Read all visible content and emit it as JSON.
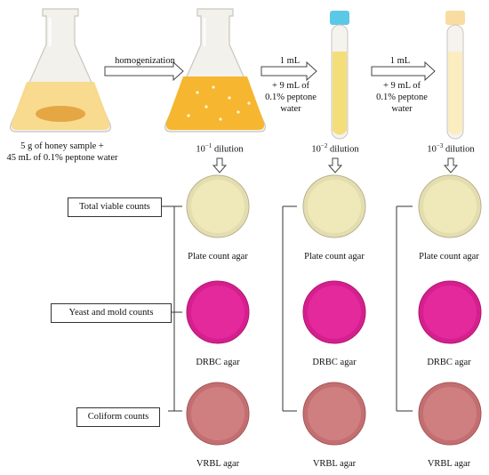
{
  "steps": {
    "sample_label": "5 g of honey sample +\n45 mL of 0.1% peptone water",
    "homogenization_label": "homogenization",
    "transfer_1": {
      "volume": "1 mL",
      "addition": "+ 9 mL of\n0.1% peptone\nwater"
    },
    "transfer_2": {
      "volume": "1 mL",
      "addition": "+ 9 mL of\n0.1% peptone\nwater"
    }
  },
  "dilutions": [
    {
      "base": "10",
      "exp": "−1",
      "suffix": " dilution"
    },
    {
      "base": "10",
      "exp": "−2",
      "suffix": " dilution"
    },
    {
      "base": "10",
      "exp": "−3",
      "suffix": " dilution"
    }
  ],
  "count_boxes": [
    "Total viable counts",
    "Yeast and mold counts",
    "Coliform counts"
  ],
  "plate_labels": [
    "Plate count agar",
    "DRBC agar",
    "VRBL agar"
  ],
  "colors": {
    "plate_count_agar": "#efe8b8",
    "drbc_agar": "#e3299b",
    "vrbl_agar": "#d07f80",
    "liquid_orange": "#f6b62f",
    "liquid_yellow": "#f4de7a",
    "liquid_pale": "#fbedc0",
    "tube_cap": "#5bc8e8"
  }
}
